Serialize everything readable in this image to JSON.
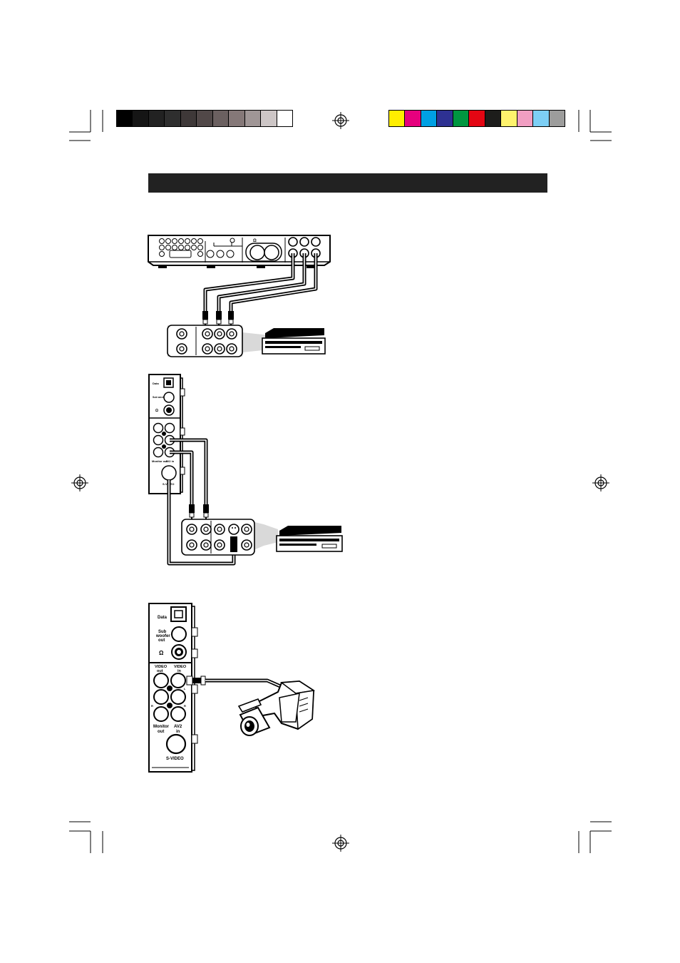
{
  "calibration": {
    "grayscale": [
      "#000000",
      "#151515",
      "#222222",
      "#2e2e2e",
      "#3e3838",
      "#514848",
      "#6b6060",
      "#857878",
      "#a09696",
      "#cdc6c6",
      "#ffffff"
    ],
    "colors": [
      "#ffee00",
      "#e6007e",
      "#00a0e3",
      "#2e3192",
      "#009640",
      "#e30613",
      "#1d1d1b",
      "#fff36d",
      "#f19ec2",
      "#7dcff5",
      "#9d9d9c"
    ]
  },
  "header": {
    "title": ""
  },
  "diagram2": {
    "labels": {
      "data": "Data",
      "subwoofer": "Sub woofer out",
      "headphone": "Ω",
      "video_out": "VIDEO out",
      "video_in": "VIDEO in",
      "monitor_out": "Monitor out",
      "av2_in": "AV2 in",
      "svideo": "S-VIDEO"
    }
  },
  "diagram3": {
    "labels": {
      "data": "Data",
      "sub": "Sub",
      "woofer": "woofer",
      "out": "out",
      "headphone": "Ω",
      "video_out_1": "VIDEO",
      "video_out_2": "out",
      "video_in_1": "VIDEO",
      "video_in_2": "in",
      "l": "L",
      "r_left": "R",
      "r_right": "R",
      "monitor_1": "Monitor",
      "monitor_2": "out",
      "av2_1": "AV2",
      "av2_2": "in",
      "svideo": "S-VIDEO"
    }
  }
}
